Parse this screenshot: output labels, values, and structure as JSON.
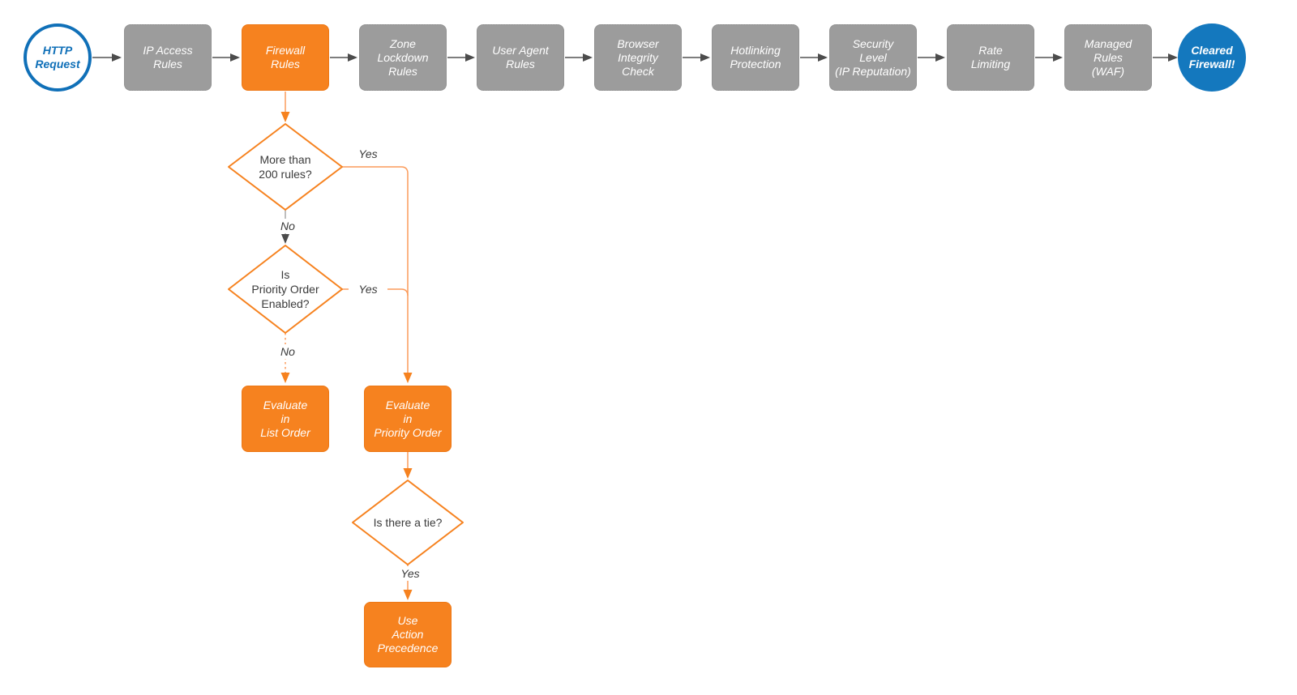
{
  "title": "Cloudflare firewall HTTP request evaluation flowchart",
  "colors": {
    "accent_orange": "#f6821f",
    "line_orange": "#fb9c5c",
    "node_gray": "#9c9c9c",
    "line_gray": "#545454",
    "brand_blue": "#1478be",
    "diamond_text": "#3b3b3b"
  },
  "nodes": {
    "http_request": {
      "label": "HTTP\nRequest",
      "type": "start"
    },
    "ip_access": {
      "label": "IP Access\nRules",
      "type": "step"
    },
    "firewall_rules": {
      "label": "Firewall\nRules",
      "type": "step-highlight"
    },
    "zone_lockdown": {
      "label": "Zone\nLockdown\nRules",
      "type": "step"
    },
    "user_agent": {
      "label": "User Agent\nRules",
      "type": "step"
    },
    "browser_integrity": {
      "label": "Browser\nIntegrity\nCheck",
      "type": "step"
    },
    "hotlinking": {
      "label": "Hotlinking\nProtection",
      "type": "step"
    },
    "security_level": {
      "label": "Security\nLevel\n(IP Reputation)",
      "type": "step"
    },
    "rate_limiting": {
      "label": "Rate\nLimiting",
      "type": "step"
    },
    "managed_rules": {
      "label": "Managed\nRules\n(WAF)",
      "type": "step"
    },
    "cleared": {
      "label": "Cleared\nFirewall!",
      "type": "end"
    },
    "more_than_200": {
      "label": "More than\n200 rules?",
      "type": "decision"
    },
    "priority_enabled": {
      "label": "Is\nPriority Order\nEnabled?",
      "type": "decision"
    },
    "is_tie": {
      "label": "Is there a tie?",
      "type": "decision"
    },
    "evaluate_list": {
      "label": "Evaluate\nin\nList Order",
      "type": "process"
    },
    "evaluate_priority": {
      "label": "Evaluate\nin\nPriority Order",
      "type": "process"
    },
    "action_precedence": {
      "label": "Use\nAction\nPrecedence",
      "type": "process"
    }
  },
  "edge_labels": {
    "yes_more_than_200": "Yes",
    "no_more_than_200": "No",
    "yes_priority_enabled": "Yes",
    "no_priority_enabled": "No",
    "yes_is_tie": "Yes"
  }
}
